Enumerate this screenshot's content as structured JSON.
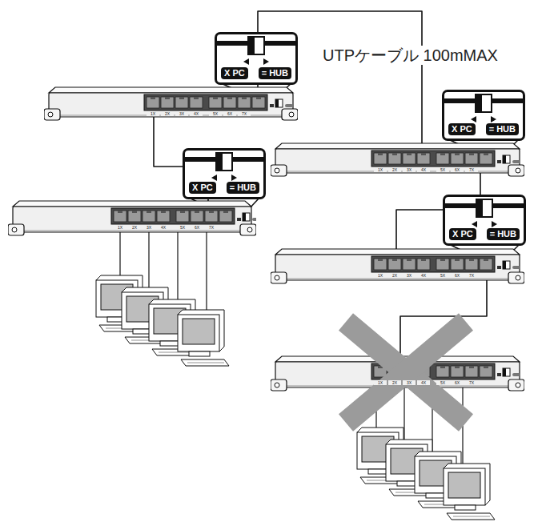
{
  "diagram": {
    "nodes": [
      {
        "text": [
          "X PC",
          "= HUB"
        ]
      },
      {
        "text": [
          "1X",
          "2X",
          "3X",
          "4X",
          "5X",
          "6X",
          "7X"
        ]
      },
      {
        "text": [
          "X PC",
          "= HUB"
        ]
      },
      {
        "text": [
          "1X",
          "2X",
          "3X",
          "4X",
          "5X",
          "6X",
          "7X"
        ]
      },
      {
        "text": [
          "X PC",
          "= HUB"
        ]
      },
      {
        "text": [
          "1X",
          "2X",
          "3X",
          "4X",
          "5X",
          "6X",
          "7X"
        ]
      },
      {
        "text": [
          "X PC",
          "= HUB"
        ]
      },
      {
        "text": [
          "1X",
          "2X",
          "3X",
          "4X",
          "5X",
          "6X",
          "7X"
        ]
      },
      {
        "text": [
          "1X",
          "2X",
          "3X",
          "4X",
          "5X",
          "6X",
          "7X"
        ]
      }
    ],
    "edges": [
      {
        "from": 1,
        "to": 3,
        "arrow": "none",
        "label": "UTPケーブル 100mMAX"
      },
      {
        "from": 1,
        "to": 5,
        "arrow": "none"
      },
      {
        "from": 3,
        "to": 7,
        "arrow": "none"
      },
      {
        "from": 7,
        "to": 8,
        "arrow": "none"
      }
    ]
  }
}
